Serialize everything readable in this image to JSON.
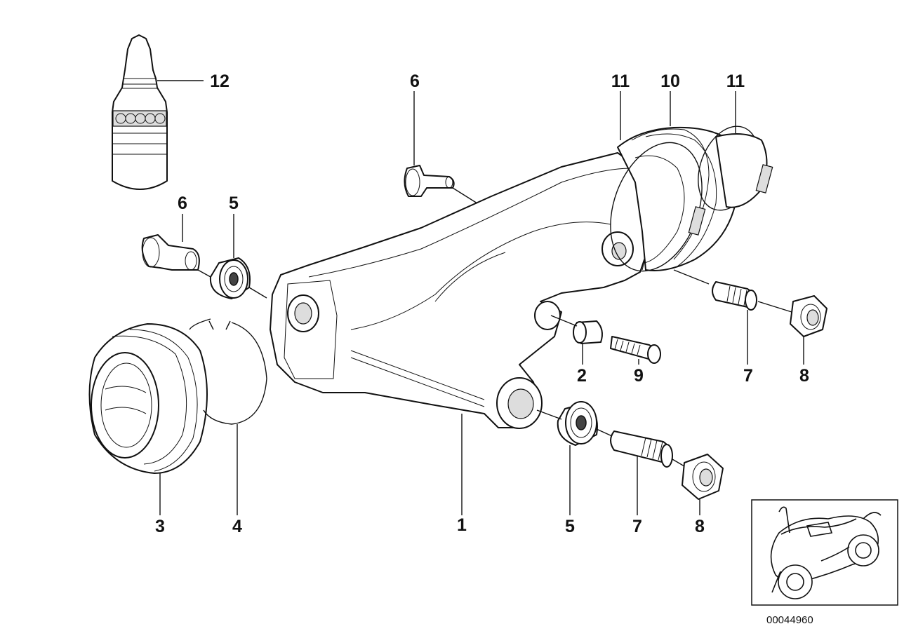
{
  "callouts": {
    "c1": "1",
    "c2": "2",
    "c3": "3",
    "c4": "4",
    "c5a": "5",
    "c5b": "5",
    "c6a": "6",
    "c6b": "6",
    "c7a": "7",
    "c7b": "7",
    "c8a": "8",
    "c8b": "8",
    "c9": "9",
    "c10": "10",
    "c11a": "11",
    "c11b": "11",
    "c12": "12"
  },
  "catalog_number": "00044960"
}
